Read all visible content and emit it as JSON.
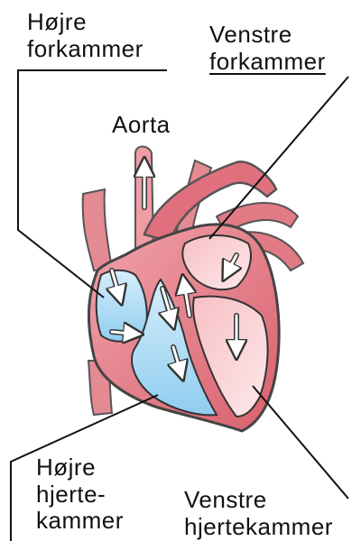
{
  "labels": {
    "right_atrium": [
      "Højre",
      "forkammer"
    ],
    "left_atrium": [
      "Venstre",
      "forkammer"
    ],
    "aorta": "Aorta",
    "right_ventricle": [
      "Højre",
      "hjerte-",
      "kammer"
    ],
    "left_ventricle": [
      "Venstre",
      "hjertekammer"
    ]
  },
  "colors": {
    "oxygen_poor_blood": "#bfe3f7",
    "oxygen_rich_blood": "#f6b3b8",
    "heart_wall": "#e27b86",
    "vessel_dark": "#6b6b6b",
    "leader_line": "#111111"
  }
}
